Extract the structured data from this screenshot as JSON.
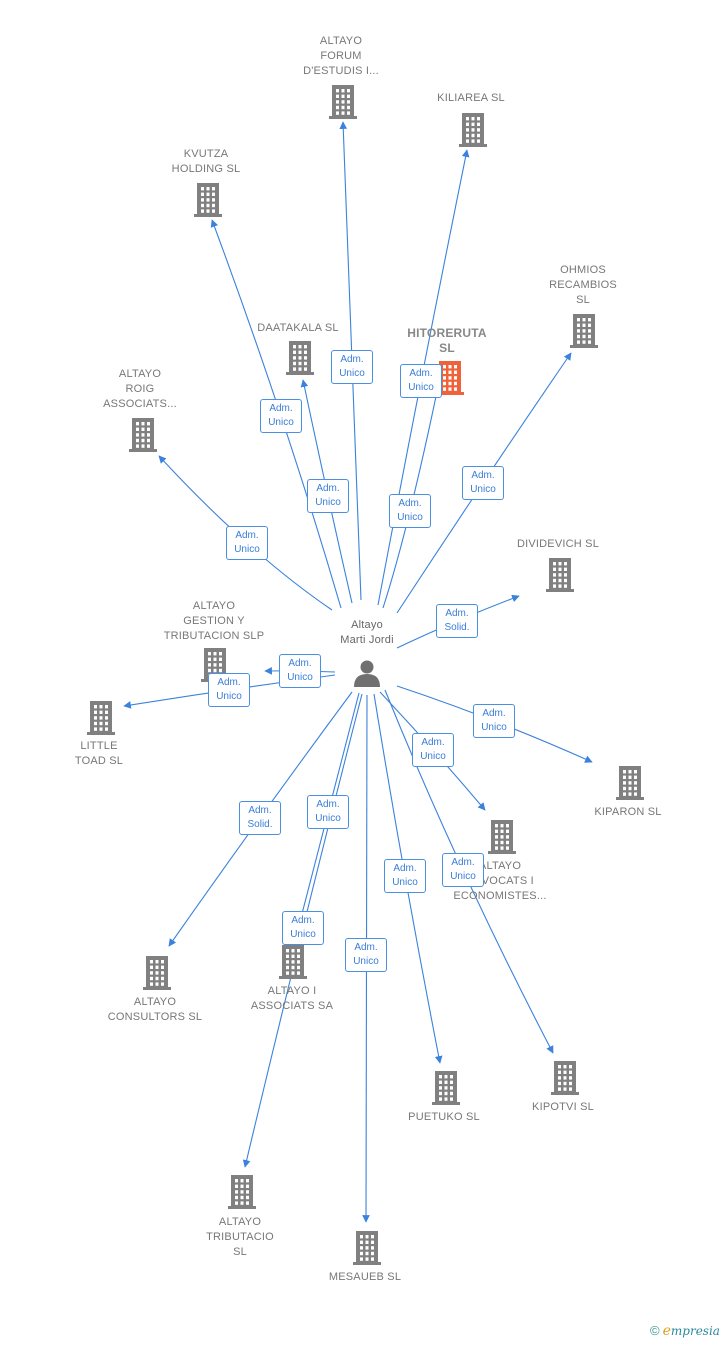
{
  "center": {
    "label": "Altayo\nMarti Jordi",
    "icon": "person-icon"
  },
  "colors": {
    "edge": "#3b82dc",
    "building": "#808080",
    "highlight": "#f0633a"
  },
  "nodes": [
    {
      "id": "altayo-forum",
      "label": "ALTAYO\nFORUM\nD'ESTUDIS I...",
      "highlight": false
    },
    {
      "id": "kiliarea",
      "label": "KILIAREA SL",
      "highlight": false
    },
    {
      "id": "kvutza",
      "label": "KVUTZA\nHOLDING  SL",
      "highlight": false
    },
    {
      "id": "ohmios",
      "label": "OHMIOS\nRECAMBIOS\nSL",
      "highlight": false
    },
    {
      "id": "daatakala",
      "label": "DAATAKALA  SL",
      "highlight": false
    },
    {
      "id": "hitoreruta",
      "label": "HITORERUTA\nSL",
      "highlight": true
    },
    {
      "id": "altayo-roig",
      "label": "ALTAYO\nROIG\nASSOCIATS...",
      "highlight": false
    },
    {
      "id": "dividevich",
      "label": "DIVIDEVICH SL",
      "highlight": false
    },
    {
      "id": "altayo-gestion",
      "label": "ALTAYO\nGESTION Y\nTRIBUTACION SLP",
      "highlight": false
    },
    {
      "id": "little-toad",
      "label": "LITTLE\nTOAD SL",
      "highlight": false
    },
    {
      "id": "kiparon",
      "label": "KIPARON  SL",
      "highlight": false
    },
    {
      "id": "altayo-advocats",
      "label": "ALTAYO\nADVOCATS I\nECONOMISTES...",
      "highlight": false
    },
    {
      "id": "altayo-consultors",
      "label": "ALTAYO\nCONSULTORS SL",
      "highlight": false
    },
    {
      "id": "altayo-associats",
      "label": "ALTAYO I\nASSOCIATS SA",
      "highlight": false
    },
    {
      "id": "puetuko",
      "label": "PUETUKO SL",
      "highlight": false
    },
    {
      "id": "kipotvi",
      "label": "KIPOTVI  SL",
      "highlight": false
    },
    {
      "id": "altayo-tributacio",
      "label": "ALTAYO\nTRIBUTACIO\nSL",
      "highlight": false
    },
    {
      "id": "mesaueb",
      "label": "MESAUEB  SL",
      "highlight": false
    }
  ],
  "edges": [
    {
      "to": "altayo-forum",
      "label": "Adm.\nUnico"
    },
    {
      "to": "kiliarea",
      "label": "Adm.\nUnico"
    },
    {
      "to": "kvutza",
      "label": "Adm.\nUnico"
    },
    {
      "to": "ohmios",
      "label": "Adm.\nUnico"
    },
    {
      "to": "daatakala",
      "label": "Adm.\nUnico"
    },
    {
      "to": "hitoreruta",
      "label": "Adm.\nUnico"
    },
    {
      "to": "altayo-roig",
      "label": "Adm.\nUnico"
    },
    {
      "to": "dividevich",
      "label": "Adm.\nSolid."
    },
    {
      "to": "altayo-gestion",
      "label": "Adm.\nUnico"
    },
    {
      "to": "little-toad",
      "label": "Adm.\nUnico"
    },
    {
      "to": "kiparon",
      "label": "Adm.\nUnico"
    },
    {
      "to": "altayo-advocats",
      "label": "Adm.\nUnico"
    },
    {
      "to": "altayo-consultors",
      "label": "Adm.\nSolid."
    },
    {
      "to": "altayo-associats",
      "label": "Adm.\nUnico"
    },
    {
      "to": "puetuko",
      "label": "Adm.\nUnico"
    },
    {
      "to": "kipotvi",
      "label": "Adm.\nUnico"
    },
    {
      "to": "altayo-tributacio",
      "label": "Adm.\nUnico"
    },
    {
      "to": "mesaueb",
      "label": "Adm.\nUnico"
    }
  ],
  "footer": {
    "copyright": "©",
    "brand_first": "e",
    "brand_rest": "mpresia"
  }
}
